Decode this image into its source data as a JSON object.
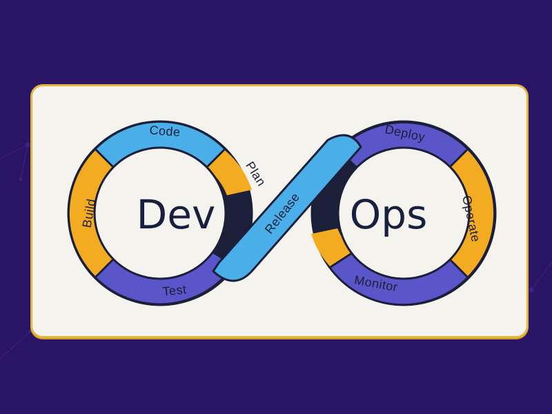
{
  "diagram": {
    "center_left": "Dev",
    "center_right": "Ops",
    "stages": {
      "plan": "Plan",
      "code": "Code",
      "build": "Build",
      "test": "Test",
      "release": "Release",
      "deploy": "Deploy",
      "operate": "Operate",
      "monitor": "Monitor"
    }
  },
  "colors": {
    "background": "#2a1466",
    "card": "#f5f3ee",
    "card_border": "#e7b53a",
    "loop_blue": "#4aaee8",
    "loop_orange": "#f3ac22",
    "loop_purple": "#5a55c8",
    "outline": "#1c1f3a"
  }
}
